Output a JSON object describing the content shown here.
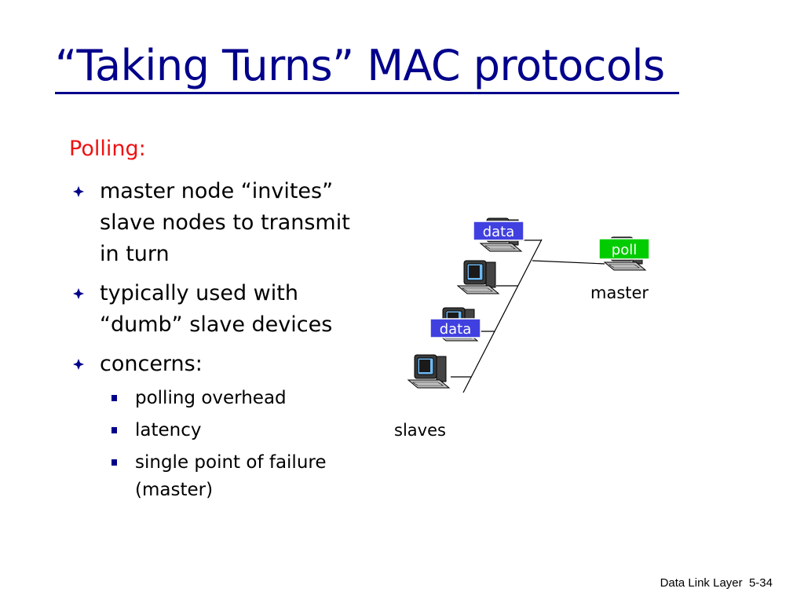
{
  "slide": {
    "title": "“Taking Turns” MAC protocols",
    "subheading": "Polling:",
    "bullets": [
      {
        "text": "master node “invites” slave nodes to transmit in turn"
      },
      {
        "text": "typically used with “dumb” slave devices"
      },
      {
        "text": "concerns:"
      }
    ],
    "sub_bullets": [
      {
        "text": "polling overhead"
      },
      {
        "text": "latency"
      },
      {
        "text": "single point of failure (master)"
      }
    ]
  },
  "diagram": {
    "data_tag_1": "data",
    "data_tag_2": "data",
    "poll_tag": "poll",
    "master_label": "master",
    "slaves_label": "slaves",
    "colors": {
      "data_tag": "#4040e0",
      "poll_tag": "#00cc00",
      "title": "#00008b",
      "subheading": "#ee1111"
    }
  },
  "footer": {
    "chapter": "Data Link Layer",
    "page": "5-34"
  }
}
